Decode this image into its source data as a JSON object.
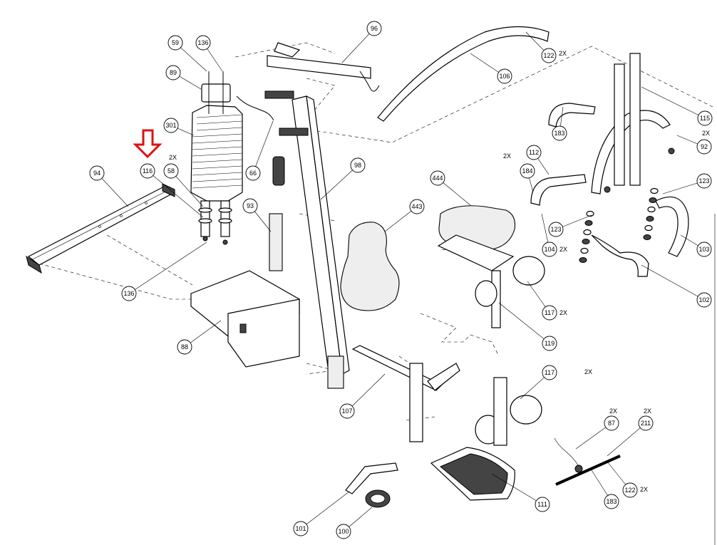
{
  "callouts": [
    {
      "label": "59"
    },
    {
      "label": "136"
    },
    {
      "label": "89"
    },
    {
      "label": "301"
    },
    {
      "label": "94"
    },
    {
      "label": "116"
    },
    {
      "label": "58"
    },
    {
      "label": "66"
    },
    {
      "label": "93"
    },
    {
      "label": "136"
    },
    {
      "label": "88"
    },
    {
      "label": "96"
    },
    {
      "label": "98"
    },
    {
      "label": "106"
    },
    {
      "label": "122"
    },
    {
      "label": "183"
    },
    {
      "label": "115"
    },
    {
      "label": "92"
    },
    {
      "label": "112"
    },
    {
      "label": "184"
    },
    {
      "label": "123"
    },
    {
      "label": "123"
    },
    {
      "label": "104"
    },
    {
      "label": "103"
    },
    {
      "label": "102"
    },
    {
      "label": "444"
    },
    {
      "label": "443"
    },
    {
      "label": "117"
    },
    {
      "label": "119"
    },
    {
      "label": "117"
    },
    {
      "label": "107"
    },
    {
      "label": "87"
    },
    {
      "label": "211"
    },
    {
      "label": "183"
    },
    {
      "label": "122"
    },
    {
      "label": "111"
    },
    {
      "label": "101"
    },
    {
      "label": "100"
    }
  ],
  "quantities": [
    {
      "label": "2X"
    },
    {
      "label": "2X"
    },
    {
      "label": "2X"
    },
    {
      "label": "2X"
    },
    {
      "label": "2X"
    },
    {
      "label": "2X"
    },
    {
      "label": "2X"
    },
    {
      "label": "2X"
    },
    {
      "label": "2X"
    },
    {
      "label": "2X"
    }
  ],
  "highlight": {
    "target": "116",
    "color": "#e01010"
  }
}
